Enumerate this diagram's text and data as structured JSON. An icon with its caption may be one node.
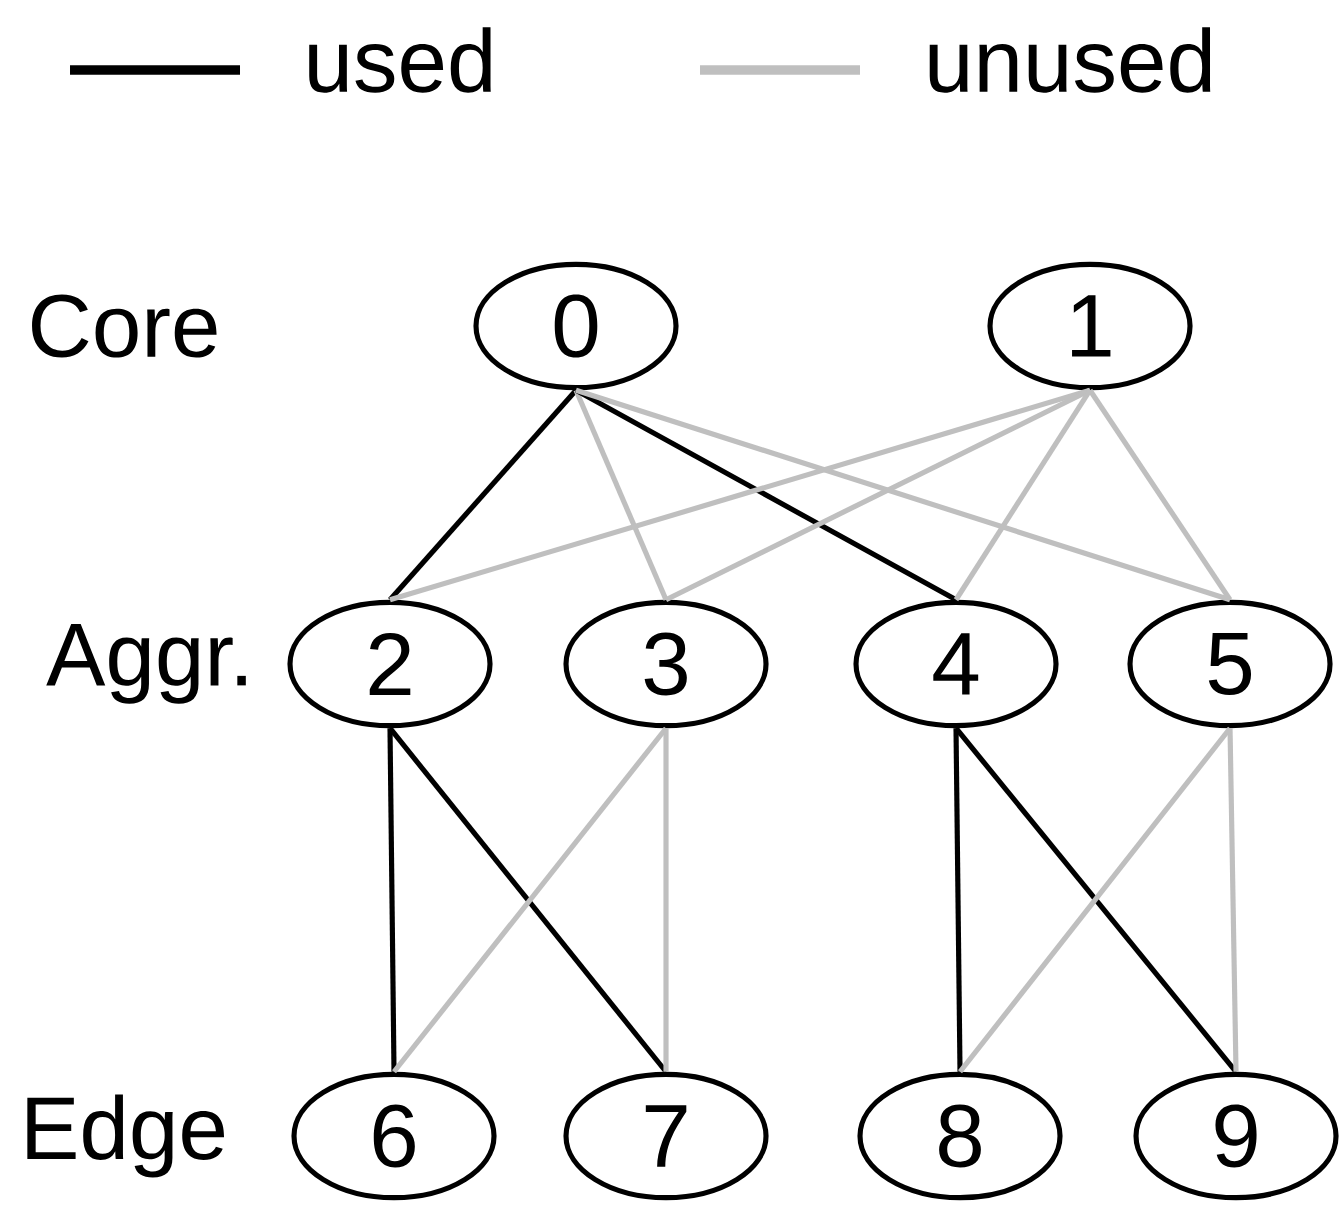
{
  "diagram": {
    "nodes": [
      {
        "text": [
          "0"
        ]
      },
      {
        "text": [
          "1"
        ]
      },
      {
        "text": [
          "2"
        ]
      },
      {
        "text": [
          "3"
        ]
      },
      {
        "text": [
          "4"
        ]
      },
      {
        "text": [
          "5"
        ]
      },
      {
        "text": [
          "6"
        ]
      },
      {
        "text": [
          "7"
        ]
      },
      {
        "text": [
          "8"
        ]
      },
      {
        "text": [
          "9"
        ]
      }
    ],
    "edges": [
      {
        "from": 0,
        "to": 2,
        "arrow": "none",
        "color": "#000000"
      },
      {
        "from": 0,
        "to": 3,
        "arrow": "none",
        "color": "#bfbfbf"
      },
      {
        "from": 0,
        "to": 4,
        "arrow": "none",
        "color": "#000000"
      },
      {
        "from": 0,
        "to": 5,
        "arrow": "none",
        "color": "#bfbfbf"
      },
      {
        "from": 1,
        "to": 2,
        "arrow": "none",
        "color": "#bfbfbf"
      },
      {
        "from": 1,
        "to": 3,
        "arrow": "none",
        "color": "#bfbfbf"
      },
      {
        "from": 1,
        "to": 4,
        "arrow": "none",
        "color": "#bfbfbf"
      },
      {
        "from": 1,
        "to": 5,
        "arrow": "none",
        "color": "#bfbfbf"
      },
      {
        "from": 2,
        "to": 6,
        "arrow": "none",
        "color": "#000000"
      },
      {
        "from": 2,
        "to": 7,
        "arrow": "none",
        "color": "#000000"
      },
      {
        "from": 3,
        "to": 6,
        "arrow": "none",
        "color": "#bfbfbf"
      },
      {
        "from": 3,
        "to": 7,
        "arrow": "none",
        "color": "#bfbfbf"
      },
      {
        "from": 4,
        "to": 8,
        "arrow": "none",
        "color": "#000000"
      },
      {
        "from": 4,
        "to": 9,
        "arrow": "none",
        "color": "#000000"
      },
      {
        "from": 5,
        "to": 8,
        "arrow": "none",
        "color": "#bfbfbf"
      },
      {
        "from": 5,
        "to": 9,
        "arrow": "none",
        "color": "#bfbfbf"
      }
    ],
    "labels": [
      "Core",
      "Aggr.",
      "Edge"
    ],
    "legend": [
      {
        "text": "used"
      },
      {
        "text": "unused"
      }
    ]
  }
}
